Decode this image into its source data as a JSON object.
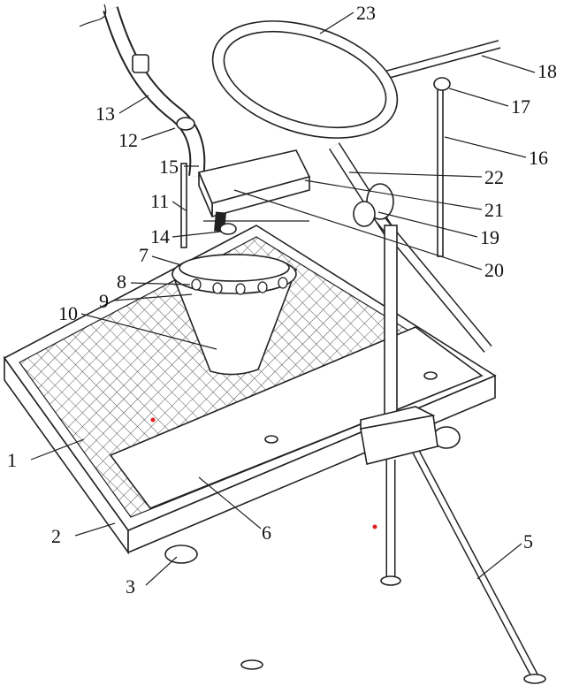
{
  "figure": {
    "labels": [
      "1",
      "2",
      "3",
      "5",
      "6",
      "7",
      "8",
      "9",
      "10",
      "11",
      "12",
      "13",
      "14",
      "15",
      "16",
      "17",
      "18",
      "19",
      "20",
      "21",
      "22",
      "23"
    ],
    "accent_color": "#e02020"
  }
}
